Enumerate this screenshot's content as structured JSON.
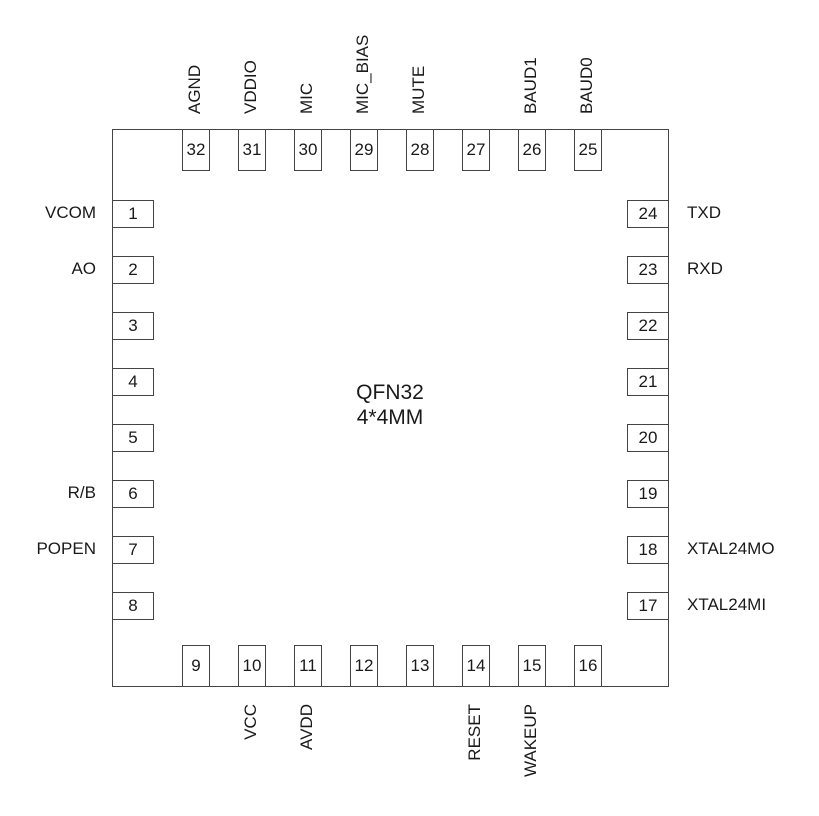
{
  "package": {
    "name": "QFN32",
    "size": "4*4MM"
  },
  "pins": {
    "left": [
      {
        "num": "1",
        "label": "VCOM"
      },
      {
        "num": "2",
        "label": "AO"
      },
      {
        "num": "3",
        "label": ""
      },
      {
        "num": "4",
        "label": ""
      },
      {
        "num": "5",
        "label": ""
      },
      {
        "num": "6",
        "label": "R/B"
      },
      {
        "num": "7",
        "label": "POPEN"
      },
      {
        "num": "8",
        "label": ""
      }
    ],
    "bottom": [
      {
        "num": "9",
        "label": ""
      },
      {
        "num": "10",
        "label": "VCC"
      },
      {
        "num": "11",
        "label": "AVDD"
      },
      {
        "num": "12",
        "label": ""
      },
      {
        "num": "13",
        "label": ""
      },
      {
        "num": "14",
        "label": "RESET"
      },
      {
        "num": "15",
        "label": "WAKEUP"
      },
      {
        "num": "16",
        "label": ""
      }
    ],
    "right": [
      {
        "num": "24",
        "label": "TXD"
      },
      {
        "num": "23",
        "label": "RXD"
      },
      {
        "num": "22",
        "label": ""
      },
      {
        "num": "21",
        "label": ""
      },
      {
        "num": "20",
        "label": ""
      },
      {
        "num": "19",
        "label": ""
      },
      {
        "num": "18",
        "label": "XTAL24MO"
      },
      {
        "num": "17",
        "label": "XTAL24MI"
      }
    ],
    "top": [
      {
        "num": "32",
        "label": "AGND"
      },
      {
        "num": "31",
        "label": "VDDIO"
      },
      {
        "num": "30",
        "label": "MIC"
      },
      {
        "num": "29",
        "label": "MIC_BIAS"
      },
      {
        "num": "28",
        "label": "MUTE"
      },
      {
        "num": "27",
        "label": ""
      },
      {
        "num": "26",
        "label": "BAUD1"
      },
      {
        "num": "25",
        "label": "BAUD0"
      }
    ]
  }
}
